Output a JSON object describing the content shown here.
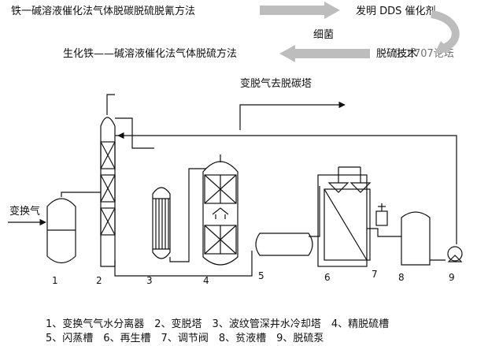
{
  "header": {
    "line1": "铁一碱溶液催化法气体脱碳脱硫脱氰方法",
    "line1_right": "发明 DDS 催化剂",
    "middle_label": "细菌",
    "line2": "生化铁——碱溶液催化法气体脱硫方法",
    "line2_right": "脱硫技术",
    "watermark": "化工707论坛"
  },
  "diagram": {
    "top_label": "变脱气去脱碳塔",
    "feed_label": "变换气",
    "numbers": [
      "1",
      "2",
      "3",
      "4",
      "5",
      "6",
      "7",
      "8",
      "9"
    ]
  },
  "legend": {
    "line1": "1、变换气气水分离器　2、变脱塔　3、波纹管深井水冷却塔　4、精脱硫槽",
    "line2": "5、闪蒸槽　6、再生槽　7、调节阀　8、贫液槽　9、脱硫泵"
  },
  "colors": {
    "arrow_gray": "#bdbdbd",
    "line": "#111111"
  }
}
